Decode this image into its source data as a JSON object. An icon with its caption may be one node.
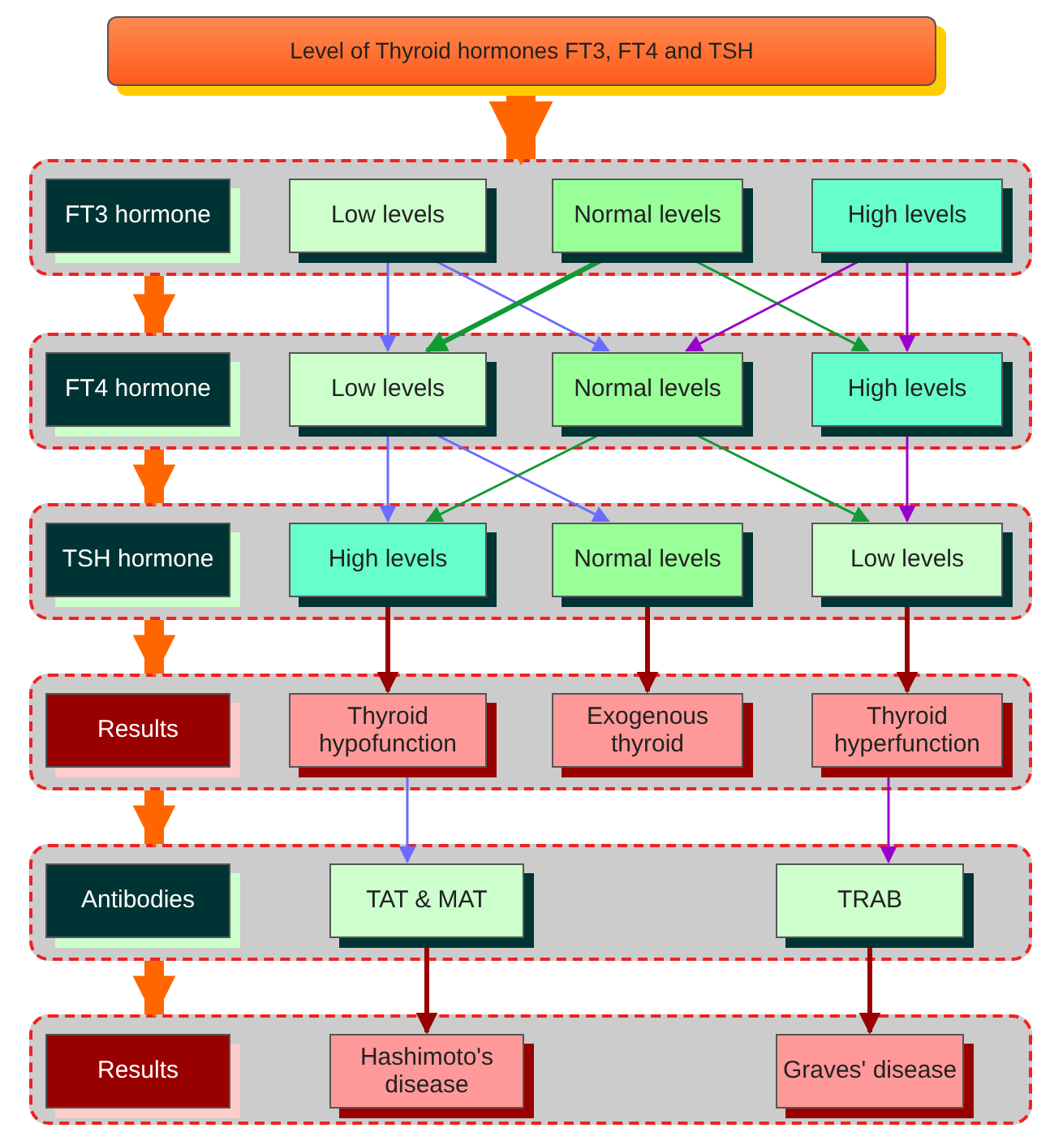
{
  "diagram": {
    "nodes": [
      {
        "text": [
          "Level of Thyroid hormones FT3, FT4 and TSH"
        ]
      },
      {
        "text": [],
        "shape": "box"
      },
      {
        "text": [
          "FT3 hormone"
        ],
        "in": 1
      },
      {
        "text": [
          "Low levels"
        ],
        "in": 1
      },
      {
        "text": [
          "Normal levels"
        ],
        "in": 1
      },
      {
        "text": [
          "High levels"
        ],
        "in": 1
      },
      {
        "text": [],
        "shape": "box"
      },
      {
        "text": [
          "FT4 hormone"
        ],
        "in": 6
      },
      {
        "text": [
          "Low levels"
        ],
        "in": 6
      },
      {
        "text": [
          "Normal levels"
        ],
        "in": 6
      },
      {
        "text": [
          "High levels"
        ],
        "in": 6
      },
      {
        "text": [],
        "shape": "box"
      },
      {
        "text": [
          "TSH hormone"
        ],
        "in": 11
      },
      {
        "text": [
          "High levels"
        ],
        "in": 11
      },
      {
        "text": [
          "Normal levels"
        ],
        "in": 11
      },
      {
        "text": [
          "Low levels"
        ],
        "in": 11
      },
      {
        "text": [],
        "shape": "box"
      },
      {
        "text": [
          "Results"
        ],
        "in": 16
      },
      {
        "text": [
          "Thyroid hypofunction"
        ],
        "in": 16
      },
      {
        "text": [
          "Exogenous thyroid"
        ],
        "in": 16
      },
      {
        "text": [
          "Thyroid hyperfunction"
        ],
        "in": 16
      },
      {
        "text": [],
        "shape": "box"
      },
      {
        "text": [
          "Antibodies"
        ],
        "in": 21
      },
      {
        "text": [
          "TAT & MAT"
        ],
        "in": 21
      },
      {
        "text": [
          "TRAB"
        ],
        "in": 21
      },
      {
        "text": [],
        "shape": "box"
      },
      {
        "text": [
          "Results"
        ],
        "in": 25
      },
      {
        "text": [
          "Hashimoto's disease"
        ],
        "in": 25
      },
      {
        "text": [
          "Graves' disease"
        ],
        "in": 25
      }
    ],
    "edges": [
      {
        "from": 0,
        "to": 1,
        "arrow": "to",
        "style": "thick",
        "color": "#ff6600"
      },
      {
        "from": 1,
        "to": 6,
        "arrow": "to",
        "style": "thick",
        "color": "#ff6600"
      },
      {
        "from": 6,
        "to": 11,
        "arrow": "to",
        "style": "thick",
        "color": "#ff6600"
      },
      {
        "from": 11,
        "to": 16,
        "arrow": "to",
        "style": "thick",
        "color": "#ff6600"
      },
      {
        "from": 16,
        "to": 21,
        "arrow": "to",
        "style": "thick",
        "color": "#ff6600"
      },
      {
        "from": 21,
        "to": 25,
        "arrow": "to",
        "style": "thick",
        "color": "#ff6600"
      },
      {
        "from": 3,
        "to": 8,
        "arrow": "to",
        "color": "#6b6bff"
      },
      {
        "from": 3,
        "to": 9,
        "arrow": "to",
        "color": "#6b6bff"
      },
      {
        "from": 4,
        "to": 8,
        "arrow": "to",
        "style": "thick",
        "color": "#119933"
      },
      {
        "from": 4,
        "to": 10,
        "arrow": "to",
        "color": "#119933"
      },
      {
        "from": 5,
        "to": 9,
        "arrow": "to",
        "color": "#9900cc"
      },
      {
        "from": 5,
        "to": 10,
        "arrow": "to",
        "color": "#9900cc"
      },
      {
        "from": 8,
        "to": 13,
        "arrow": "to",
        "color": "#6b6bff"
      },
      {
        "from": 8,
        "to": 14,
        "arrow": "to",
        "color": "#6b6bff"
      },
      {
        "from": 9,
        "to": 13,
        "arrow": "to",
        "color": "#119933"
      },
      {
        "from": 9,
        "to": 15,
        "arrow": "to",
        "color": "#119933"
      },
      {
        "from": 10,
        "to": 15,
        "arrow": "to",
        "color": "#9900cc"
      },
      {
        "from": 13,
        "to": 18,
        "arrow": "to",
        "style": "thick",
        "color": "#990000"
      },
      {
        "from": 14,
        "to": 19,
        "arrow": "to",
        "style": "thick",
        "color": "#990000"
      },
      {
        "from": 15,
        "to": 20,
        "arrow": "to",
        "style": "thick",
        "color": "#990000"
      },
      {
        "from": 18,
        "to": 23,
        "arrow": "to",
        "color": "#6b6bff"
      },
      {
        "from": 20,
        "to": 24,
        "arrow": "to",
        "color": "#9900cc"
      },
      {
        "from": 23,
        "to": 27,
        "arrow": "to",
        "style": "thick",
        "color": "#990000"
      },
      {
        "from": 24,
        "to": 28,
        "arrow": "to",
        "style": "thick",
        "color": "#990000"
      }
    ]
  }
}
